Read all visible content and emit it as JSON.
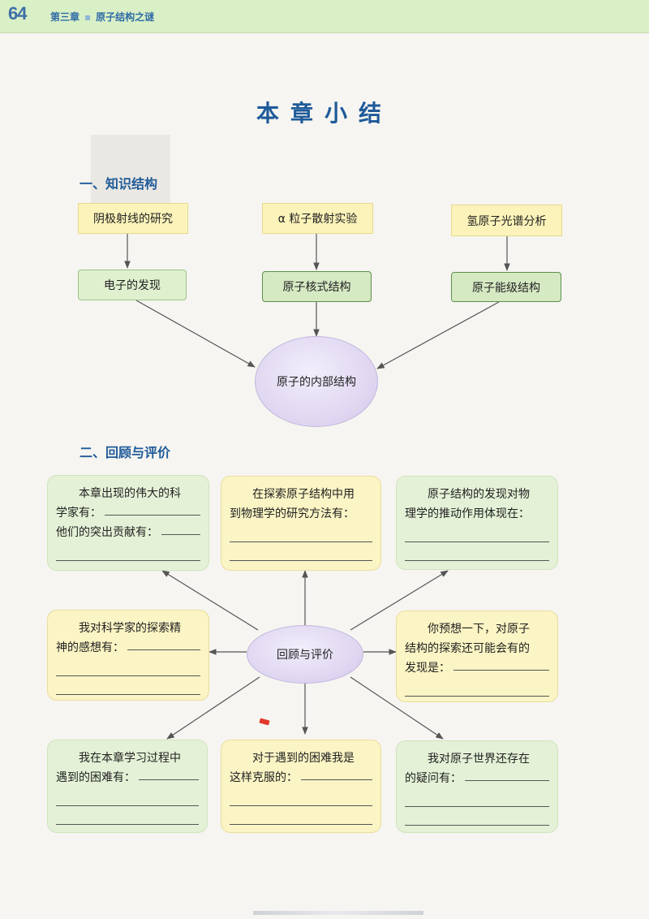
{
  "header": {
    "page_number": "64",
    "chapter_label": "第三章",
    "chapter_title": "原子结构之谜"
  },
  "title": "本章小结",
  "section1": {
    "heading": "一、知识结构",
    "top_boxes": [
      "阴极射线的研究",
      "α 粒子散射实验",
      "氢原子光谱分析"
    ],
    "mid_boxes": [
      "电子的发现",
      "原子核式结构",
      "原子能级结构"
    ],
    "center": "原子的内部结构"
  },
  "section2": {
    "heading": "二、回顾与评价",
    "center": "回顾与评价",
    "cards": {
      "scientists": {
        "line1": "本章出现的伟大的科",
        "line2": "学家有：",
        "line3": "他们的突出贡献有："
      },
      "methods": {
        "line1": "在探索原子结构中用",
        "line2": "到物理学的研究方法有："
      },
      "impact": {
        "line1": "原子结构的发现对物",
        "line2": "理学的推动作用体现在："
      },
      "spirit": {
        "line1": "我对科学家的探索精",
        "line2": "神的感想有："
      },
      "predict": {
        "line1": "你预想一下，对原子",
        "line2": "结构的探索还可能会有的",
        "line3": "发现是："
      },
      "difficulties": {
        "line1": "我在本章学习过程中",
        "line2": "遇到的困难有："
      },
      "overcome": {
        "line1": "对于遇到的困难我是",
        "line2": "这样克服的："
      },
      "questions": {
        "line1": "我对原子世界还存在",
        "line2": "的疑问有："
      }
    }
  },
  "colors": {
    "header_bg": "#d9efc6",
    "title_blue": "#1f5a99",
    "yellow_box": "#fbf3b9",
    "green_box": "#dff0cf",
    "ellipse_purple": "#ded4f0"
  }
}
